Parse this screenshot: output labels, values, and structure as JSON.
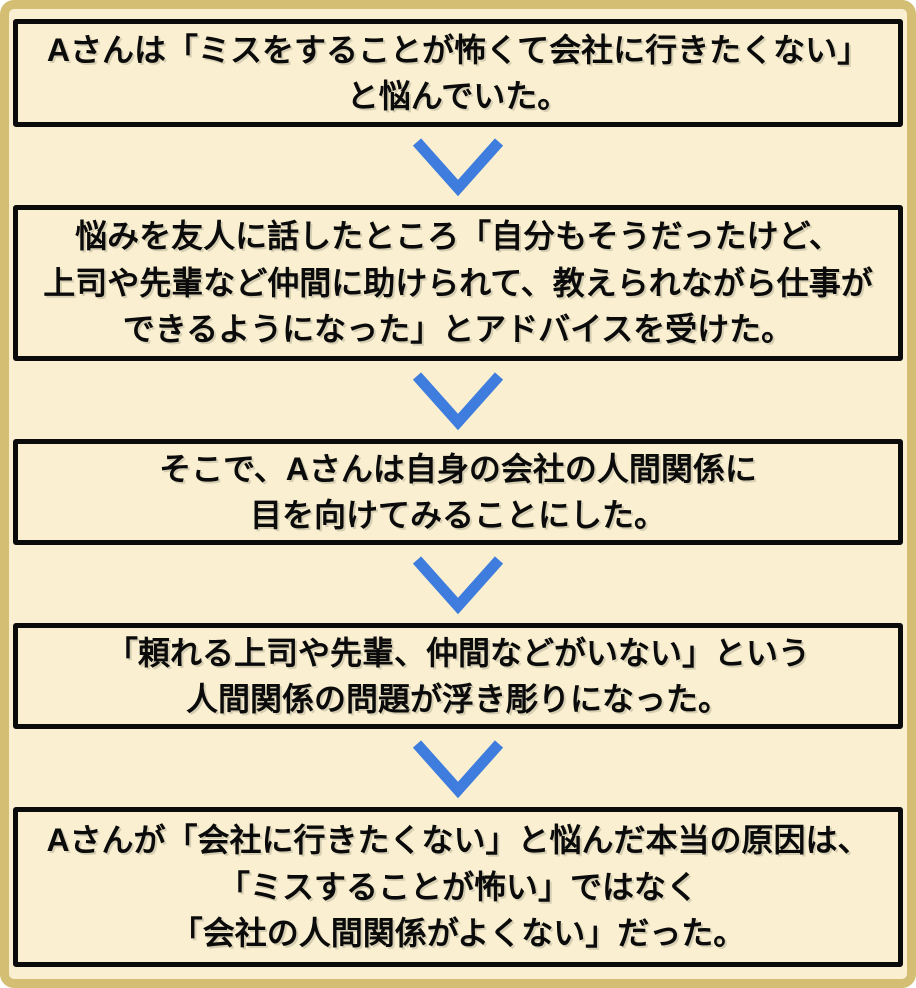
{
  "colors": {
    "background": "#FAF0D1",
    "frame_border": "#D3BE74",
    "box_border": "#0B0B0B",
    "text": "#0B0B0B",
    "arrow_blue": "#3E7CDD"
  },
  "flowchart": {
    "type": "vertical-flow",
    "direction": "top-to-bottom",
    "connector_icon": "chevron-down-icon",
    "steps": [
      {
        "text": "Aさんは「ミスをすることが怖くて会社に行きたくない」\nと悩んでいた。"
      },
      {
        "text": "悩みを友人に話したところ「自分もそうだったけど、\n上司や先輩など仲間に助けられて、教えられながら仕事が\nできるようになった」とアドバイスを受けた。"
      },
      {
        "text": "そこで、Aさんは自身の会社の人間関係に\n目を向けてみることにした。"
      },
      {
        "text": "「頼れる上司や先輩、仲間などがいない」という\n人間関係の問題が浮き彫りになった。"
      },
      {
        "text": "Aさんが「会社に行きたくない」と悩んだ本当の原因は、\n「ミスすることが怖い」ではなく\n「会社の人間関係がよくない」だった。"
      }
    ]
  }
}
